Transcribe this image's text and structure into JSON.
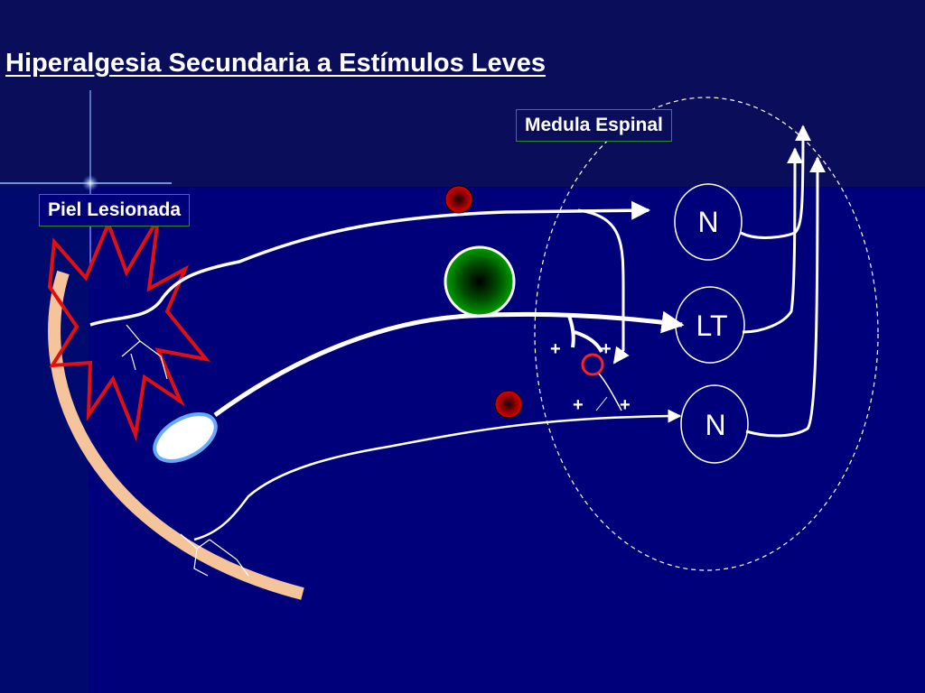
{
  "slide": {
    "title": "Hiperalgesia Secundaria a Estímulos Leves",
    "labels": {
      "medula": "Medula Espinal",
      "piel": "Piel Lesionada"
    }
  },
  "neurons": [
    {
      "id": "n-top",
      "label": "N"
    },
    {
      "id": "lt",
      "label": "LT"
    },
    {
      "id": "n-bottom",
      "label": "N"
    }
  ],
  "synapse_signs": [
    "+",
    "+",
    "+",
    "+"
  ],
  "colors": {
    "background": "#00007a",
    "header_background": "#0a0e5a",
    "skin": "#f5c49b",
    "injury_star": "#e01010",
    "label_border": "#2e8b2e",
    "cell_body_large": "#008000",
    "cell_body_small": "#cc0000",
    "receptor": "#ffffff",
    "receptor_outline": "#66aaff"
  }
}
